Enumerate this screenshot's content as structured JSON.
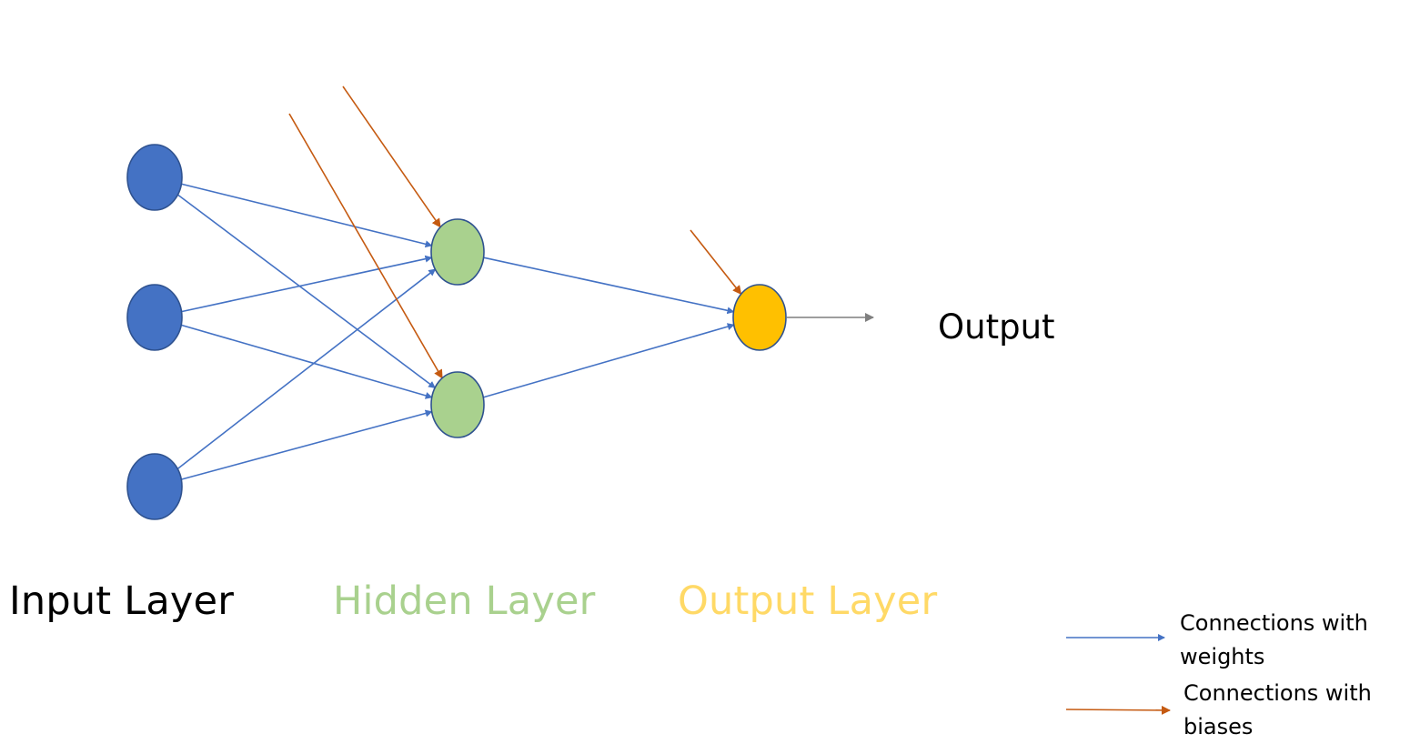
{
  "diagram": {
    "type": "neural-network",
    "colors": {
      "input_node": "#4472c4",
      "hidden_node": "#a9d18e",
      "output_node": "#ffc000",
      "node_stroke": "#2f528f",
      "weight_connection": "#4472c4",
      "bias_connection": "#c55a11",
      "output_arrow": "#7f7f7f",
      "hidden_label": "#a9d18e",
      "output_label": "#ffd966",
      "input_label": "#000000"
    },
    "layers": [
      {
        "id": "input",
        "label": "Input Layer",
        "node_count": 3
      },
      {
        "id": "hidden",
        "label": "Hidden Layer",
        "node_count": 2
      },
      {
        "id": "output",
        "label": "Output Layer",
        "node_count": 1
      }
    ],
    "weight_connections": [
      {
        "from": "input-0",
        "to": "hidden-0"
      },
      {
        "from": "input-0",
        "to": "hidden-1"
      },
      {
        "from": "input-1",
        "to": "hidden-0"
      },
      {
        "from": "input-1",
        "to": "hidden-1"
      },
      {
        "from": "input-2",
        "to": "hidden-0"
      },
      {
        "from": "input-2",
        "to": "hidden-1"
      },
      {
        "from": "hidden-0",
        "to": "output-0"
      },
      {
        "from": "hidden-1",
        "to": "output-0"
      }
    ],
    "bias_connections": [
      {
        "to": "hidden-0"
      },
      {
        "to": "hidden-1"
      },
      {
        "to": "output-0"
      }
    ],
    "output_text": "Output"
  },
  "labels": {
    "input_layer": "Input Layer",
    "hidden_layer": "Hidden Layer",
    "output_layer": "Output Layer",
    "output": "Output"
  },
  "legend": [
    {
      "kind": "weights",
      "line1": "Connections with",
      "line2": "weights"
    },
    {
      "kind": "biases",
      "line1": "Connections with",
      "line2": "biases"
    }
  ]
}
